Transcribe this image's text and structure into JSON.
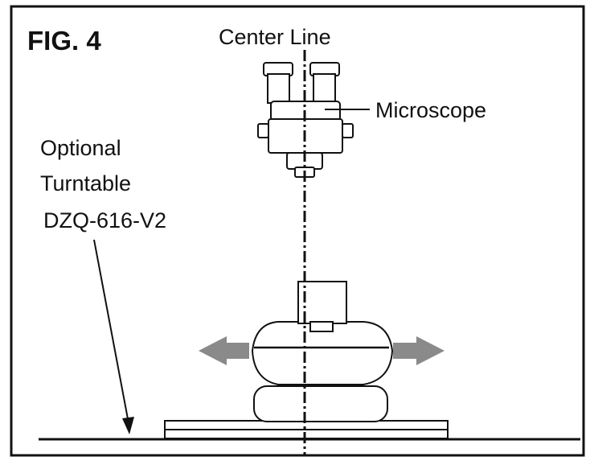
{
  "figure": {
    "title": "FIG. 4",
    "labels": {
      "center_line": "Center Line",
      "microscope": "Microscope",
      "turntable_line1": "Optional",
      "turntable_line2": "Turntable",
      "turntable_model": "DZQ-616-V2"
    }
  },
  "colors": {
    "ink": "#111111",
    "arrow_fill": "#8a8a8a",
    "part_fill": "#ffffff",
    "background": "#ffffff"
  },
  "icons": [
    "left-arrow-icon",
    "right-arrow-icon"
  ]
}
